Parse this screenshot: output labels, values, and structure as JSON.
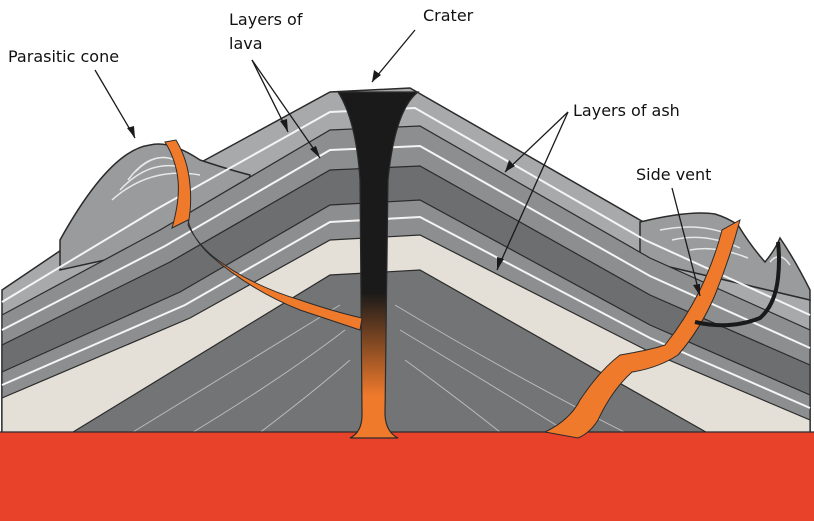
{
  "labels": {
    "parasitic_cone": "Parasitic cone",
    "layers_of_lava_line1": "Layers of",
    "layers_of_lava_line2": "lava",
    "crater": "Crater",
    "layers_of_ash": "Layers of ash",
    "side_vent": "Side vent"
  },
  "colors": {
    "magma": "#e8432a",
    "magma_conduit": "#f07a2c",
    "crater_dark": "#1a1a1a",
    "ash_light": "#a8a9ab",
    "ash_mid": "#8d8e90",
    "lava_dark": "#6d6e70",
    "pale_band": "#e4e0d8",
    "core": "#737476",
    "stripe": "#f4f4f4"
  }
}
